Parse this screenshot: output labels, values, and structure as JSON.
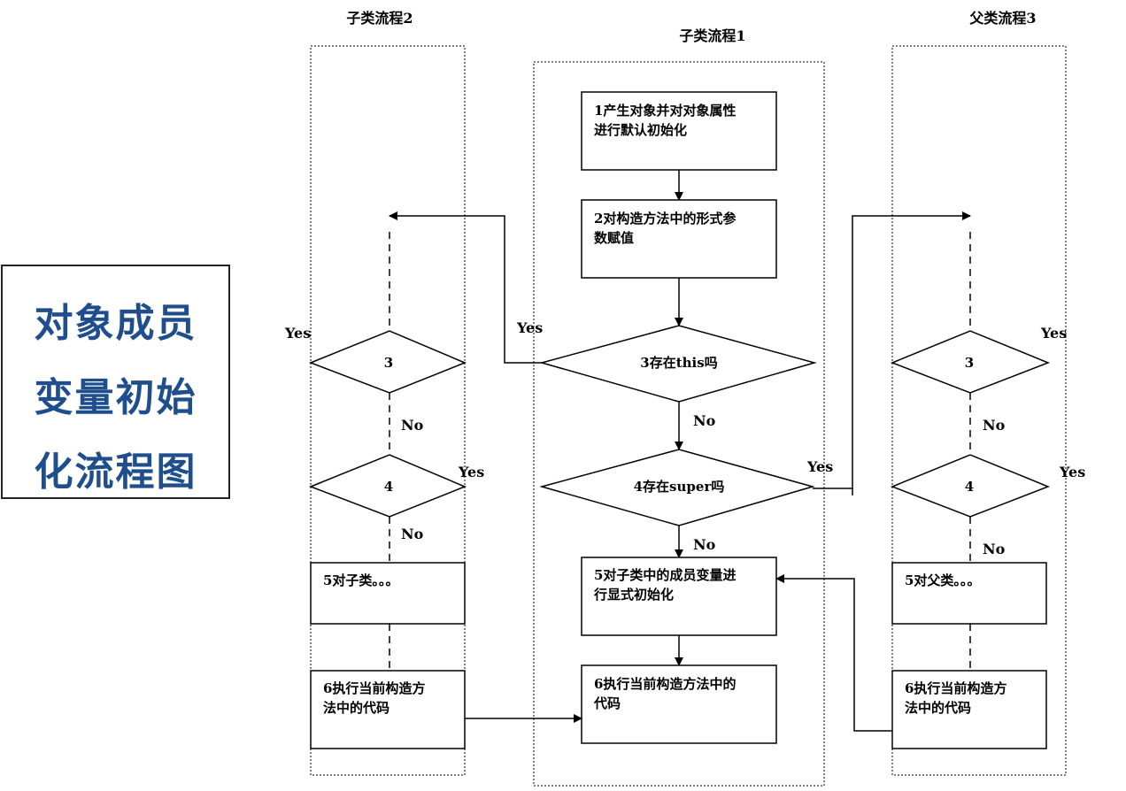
{
  "title": {
    "lines": [
      "对象成员",
      "变量初始",
      "化流程图"
    ]
  },
  "lanes": {
    "sub2": "子类流程2",
    "sub1": "子类流程1",
    "parent3": "父类流程3"
  },
  "center": {
    "box1": [
      "1产生对象并对对象属性",
      "进行默认初始化"
    ],
    "box2": [
      "2对构造方法中的形式参",
      "数赋值"
    ],
    "d3": "3存在this吗",
    "d4": "4存在super吗",
    "box5": [
      "5对子类中的成员变量进",
      "行显式初始化"
    ],
    "box6": [
      "6执行当前构造方法中的",
      "代码"
    ]
  },
  "left": {
    "d3": "3",
    "d4": "4",
    "box5": "5对子类。。。",
    "box6": [
      "6执行当前构造方",
      "法中的代码"
    ]
  },
  "right": {
    "d3": "3",
    "d4": "4",
    "box5": "5对父类。。。",
    "box6": [
      "6执行当前构造方",
      "法中的代码"
    ]
  },
  "labels": {
    "yes": "Yes",
    "no": "No"
  },
  "colors": {
    "title_text": "#1f4e8c",
    "line": "#000000"
  }
}
